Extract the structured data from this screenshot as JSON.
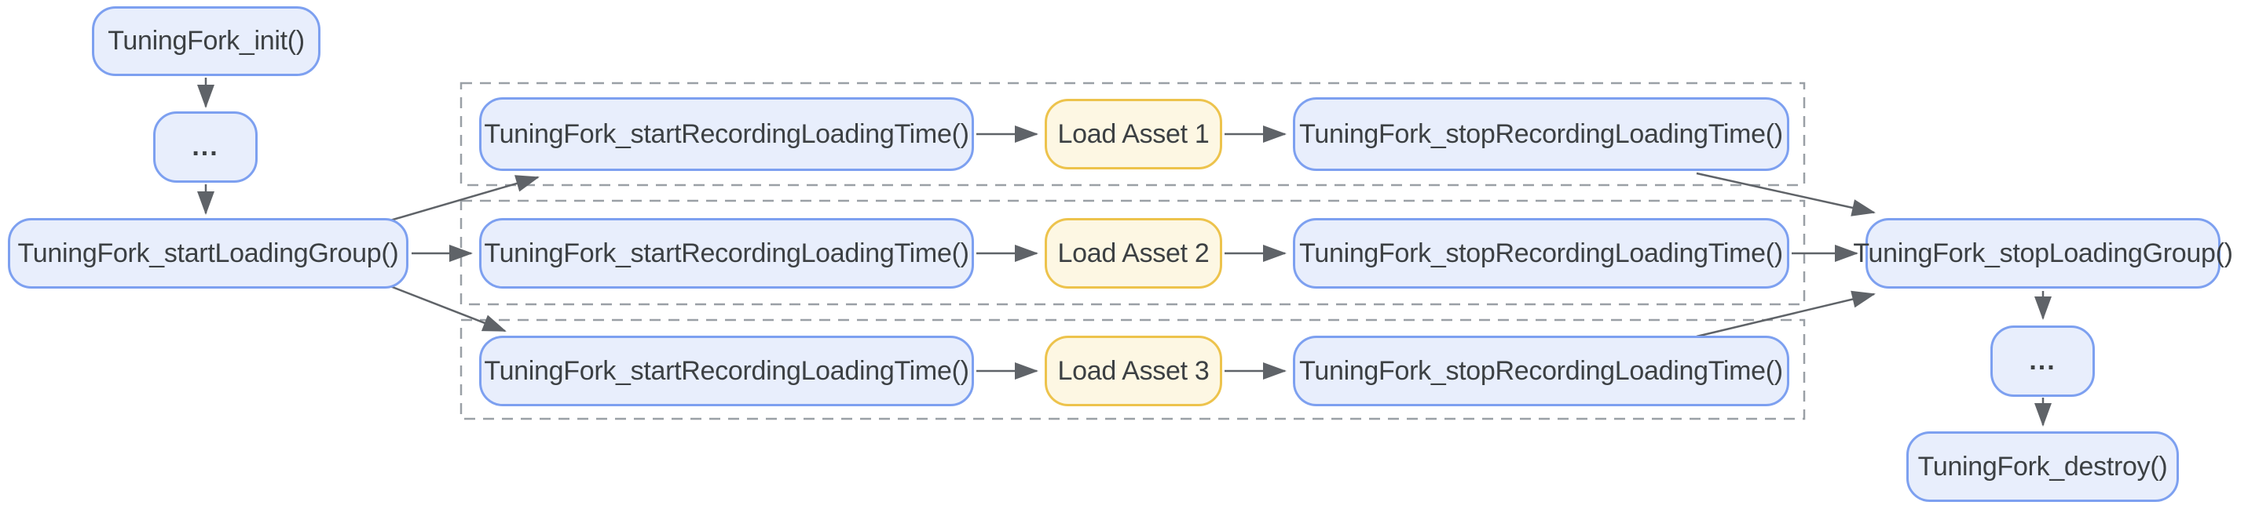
{
  "diagram": {
    "nodes": {
      "init": "TuningFork_init()",
      "ellipsis_top": "...",
      "start_loading_group": "TuningFork_startLoadingGroup()",
      "stop_loading_group": "TuningFork_stopLoadingGroup()",
      "ellipsis_bottom": "...",
      "destroy": "TuningFork_destroy()"
    },
    "lanes": [
      {
        "start": "TuningFork_startRecordingLoadingTime()",
        "load": "Load Asset 1",
        "stop": "TuningFork_stopRecordingLoadingTime()"
      },
      {
        "start": "TuningFork_startRecordingLoadingTime()",
        "load": "Load Asset 2",
        "stop": "TuningFork_stopRecordingLoadingTime()"
      },
      {
        "start": "TuningFork_startRecordingLoadingTime()",
        "load": "Load Asset 3",
        "stop": "TuningFork_stopRecordingLoadingTime()"
      }
    ],
    "colors": {
      "api_box_fill": "#e8eefc",
      "api_box_border": "#7da0f0",
      "asset_box_fill": "#fdf7e3",
      "asset_box_border": "#edc34c",
      "text": "#3c4043",
      "connector": "#5f6368",
      "group_outline": "#9aa0a6",
      "background": "#ffffff"
    }
  }
}
